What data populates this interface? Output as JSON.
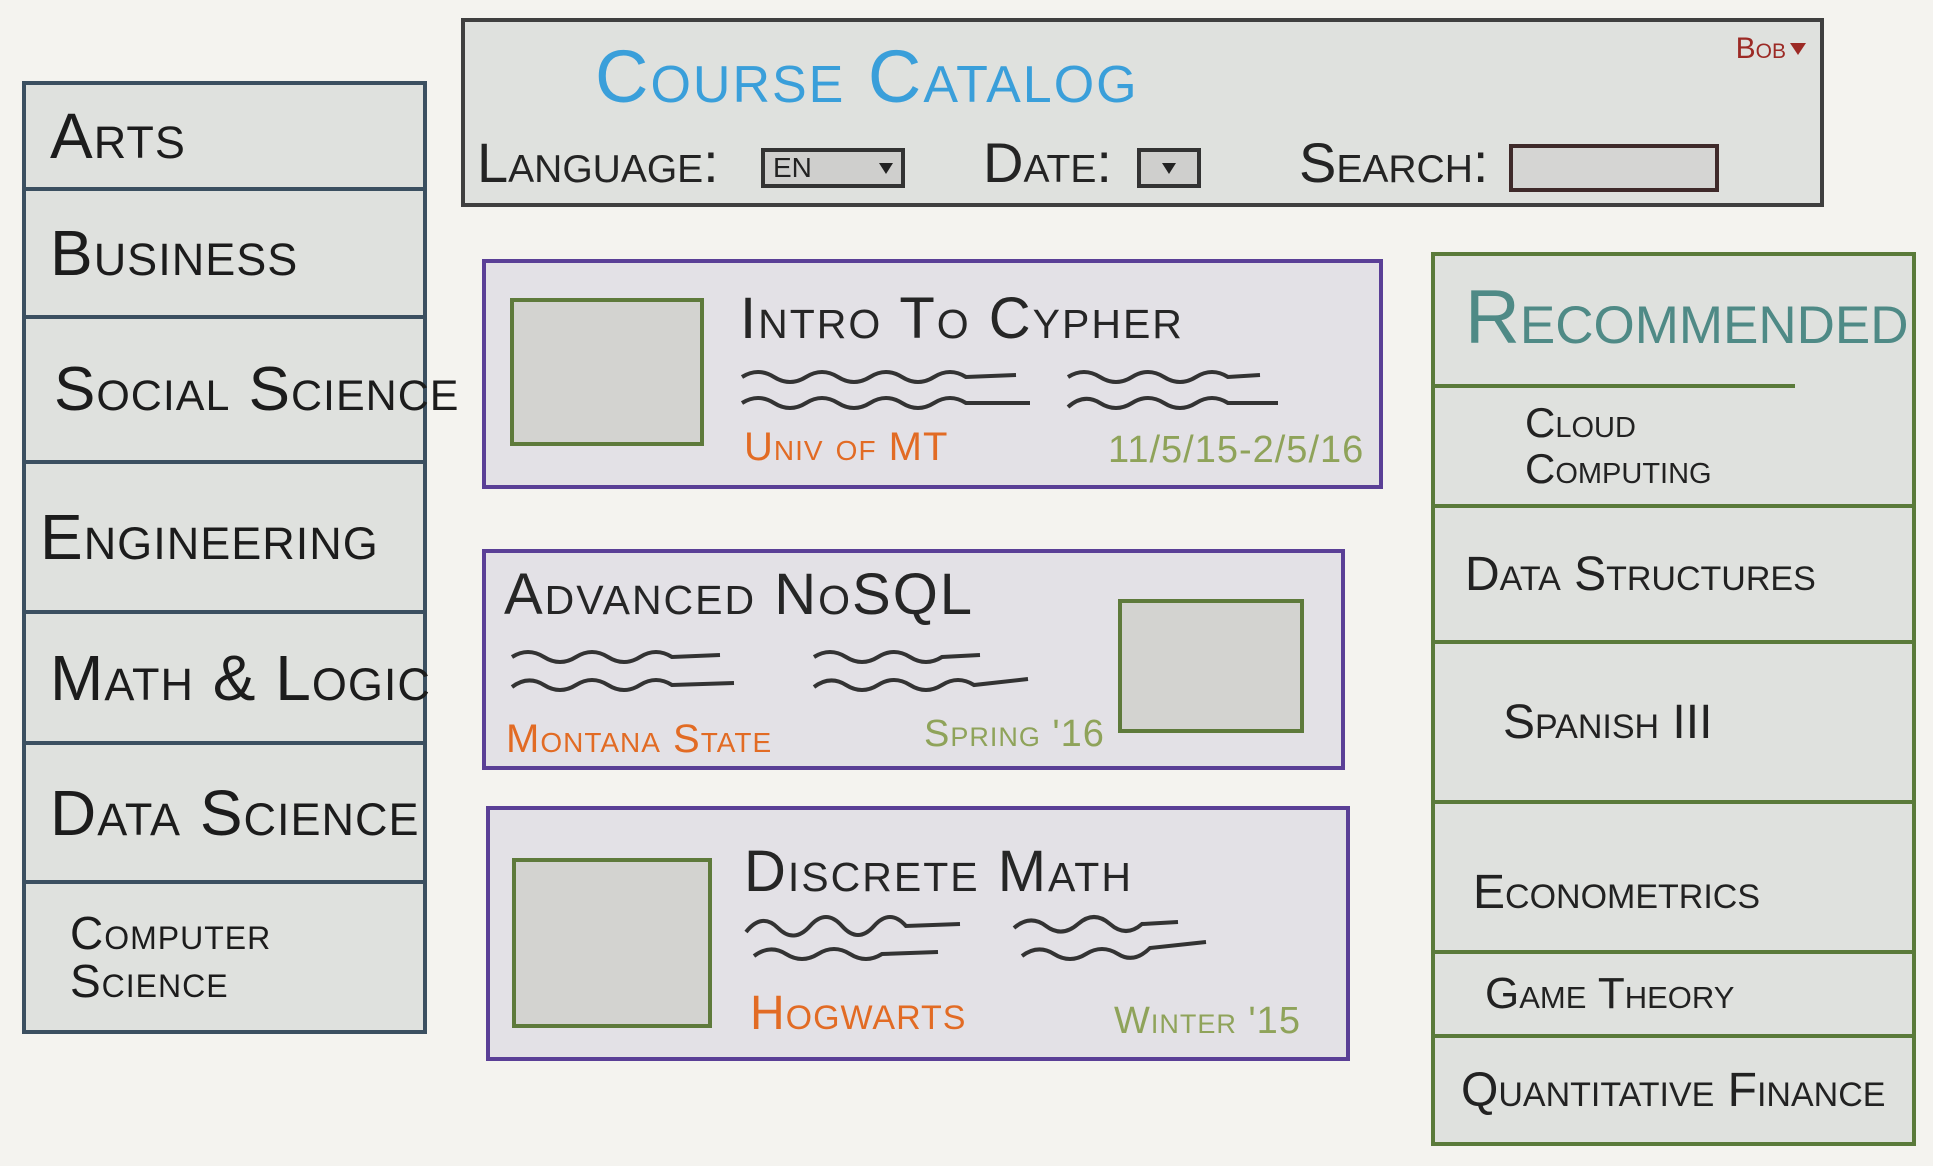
{
  "sidebar": {
    "items": [
      {
        "label": "Arts"
      },
      {
        "label": "Business"
      },
      {
        "label": "Social Science"
      },
      {
        "label": "Engineering"
      },
      {
        "label": "Math & Logic"
      },
      {
        "label": "Data Science"
      },
      {
        "label": "Computer Science"
      }
    ]
  },
  "header": {
    "title": "Course Catalog",
    "user": "Bob",
    "language_label": "Language:",
    "language_value": "EN",
    "date_label": "Date:",
    "date_value": "",
    "search_label": "Search:",
    "search_value": ""
  },
  "courses": [
    {
      "title": "Intro To Cypher",
      "provider": "Univ of MT",
      "term": "11/5/15-2/5/16"
    },
    {
      "title": "Advanced NoSQL",
      "provider": "Montana State",
      "term": "Spring '16"
    },
    {
      "title": "Discrete Math",
      "provider": "Hogwarts",
      "term": "Winter '15"
    }
  ],
  "recommended": {
    "title": "Recommended",
    "items": [
      {
        "label": "Cloud Computing"
      },
      {
        "label": "Data Structures"
      },
      {
        "label": "Spanish III"
      },
      {
        "label": "Econometrics"
      },
      {
        "label": "Game Theory"
      },
      {
        "label": "Quantitative Finance"
      }
    ]
  }
}
